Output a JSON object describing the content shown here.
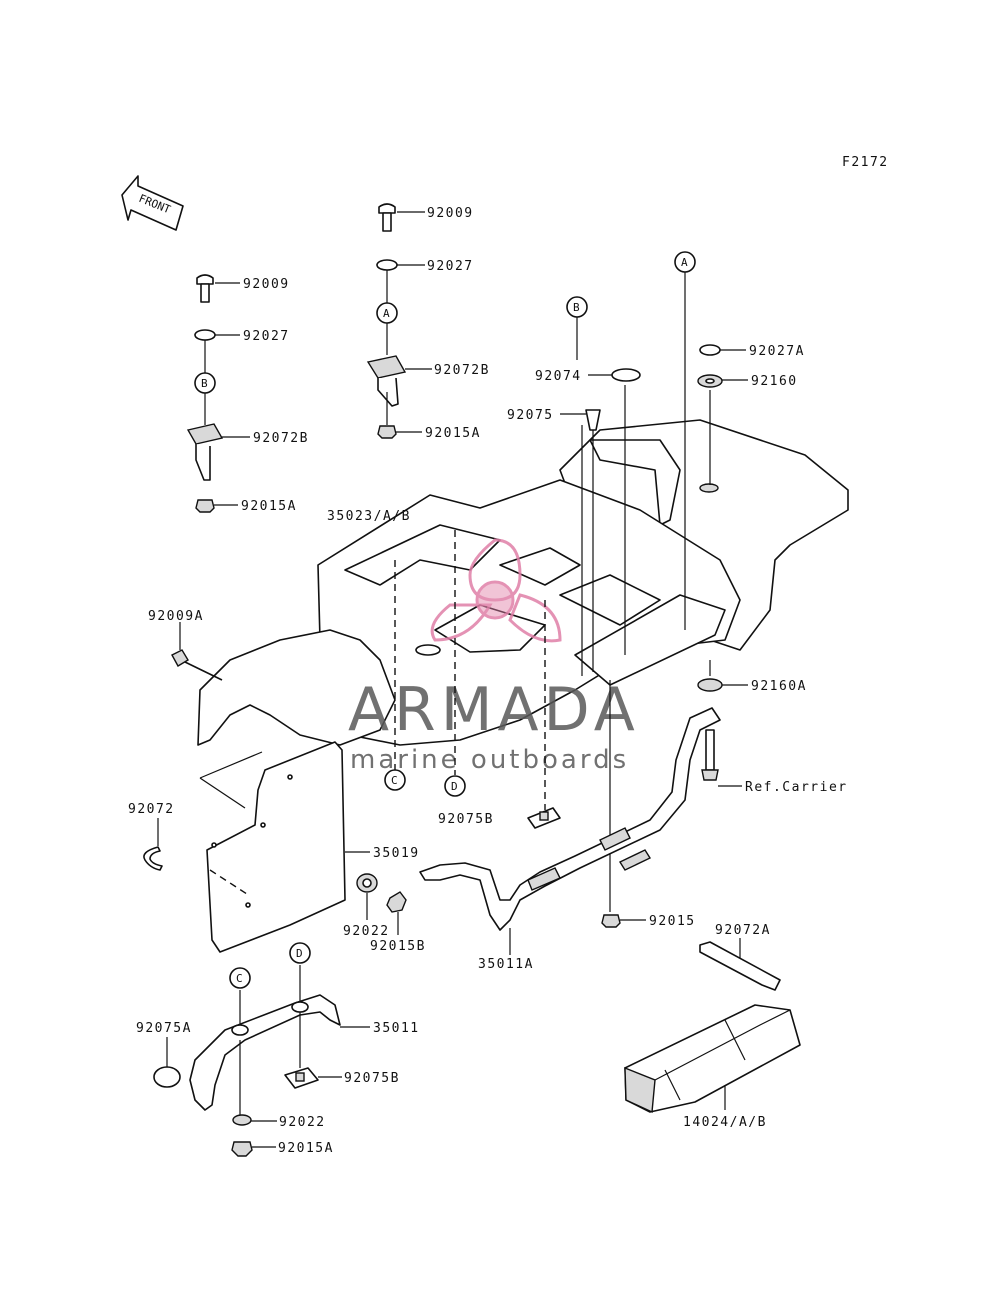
{
  "figure_code": "F2172",
  "front_badge": "FRONT",
  "watermark": {
    "brand": "ARMADA",
    "tagline": "marine outboards",
    "logo_color": "#e07fa8",
    "text_color": "#595959"
  },
  "callouts": {
    "a": "A",
    "b": "B",
    "c": "C",
    "d": "D"
  },
  "parts": [
    "92009",
    "92027",
    "92072B",
    "92015A",
    "92009",
    "92027",
    "92072B",
    "92015A",
    "92074",
    "92075",
    "92027A",
    "92160",
    "35023/A/B",
    "92009A",
    "92160A",
    "Ref.Carrier",
    "92072",
    "35019",
    "92022",
    "92015B",
    "92075B",
    "92015",
    "35011A",
    "92072A",
    "92075A",
    "35011",
    "92075B",
    "92022",
    "92015A",
    "14024/A/B"
  ]
}
